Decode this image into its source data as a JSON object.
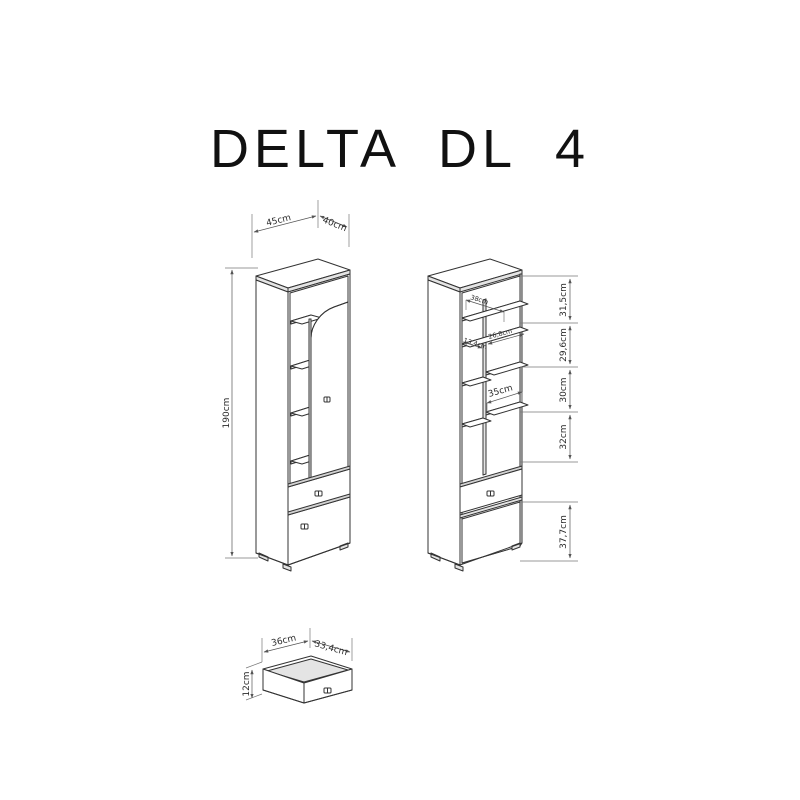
{
  "document": {
    "title": "DELTA  DL  4",
    "background_color": "#ffffff",
    "line_color": "#333333",
    "fill_color": "#ffffff",
    "shade_color": "#e8e8e8",
    "edge_color": "#4a4a4a"
  },
  "views": {
    "front_closed": {
      "name": "Closed cabinet isometric view",
      "height_label": "190cm",
      "top_width_label": "45cm",
      "top_depth_label": "40cm",
      "handles": 3,
      "drawers": 2,
      "door_style": "curved top edge"
    },
    "open_carcass": {
      "name": "Open carcass isometric view",
      "section_labels": [
        "31,5cm",
        "29,6cm",
        "30cm",
        "32cm",
        "37,7cm"
      ],
      "interior_labels": [
        "38cm",
        "13,4cm",
        "26,8cm",
        "35cm"
      ],
      "drawers": 1,
      "shelves": 6
    },
    "drawer_detail": {
      "name": "Drawer box detail",
      "width_label": "36cm",
      "depth_label": "33,4cm",
      "height_label": "12cm",
      "handles": 1
    }
  },
  "dimensions": {
    "overall_height": "190cm",
    "overall_width": "45cm",
    "overall_depth": "40cm",
    "section_1": "31,5cm",
    "section_2": "29,6cm",
    "section_3": "30cm",
    "section_4": "32cm",
    "section_5": "37,7cm",
    "shelf_span_top": "38cm",
    "divider_left": "13,4cm",
    "divider_right": "26,8cm",
    "shelf_depth": "35cm",
    "drawer_width": "36cm",
    "drawer_depth": "33,4cm",
    "drawer_height": "12cm"
  }
}
